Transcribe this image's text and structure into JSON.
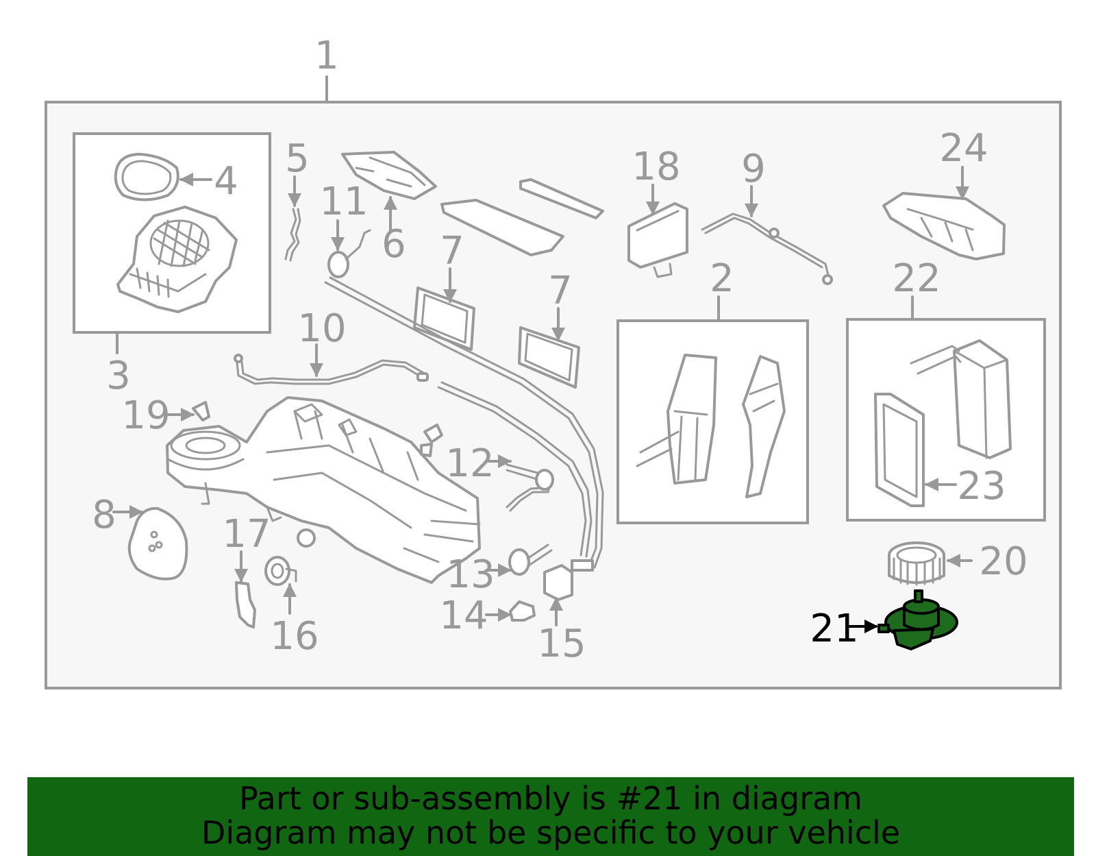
{
  "diagram": {
    "main_assembly_label": "1",
    "callouts": {
      "c2": "2",
      "c3": "3",
      "c4": "4",
      "c5": "5",
      "c6": "6",
      "c7a": "7",
      "c7b": "7",
      "c8": "8",
      "c9": "9",
      "c10": "10",
      "c11": "11",
      "c12": "12",
      "c13": "13",
      "c14": "14",
      "c15": "15",
      "c16": "16",
      "c17": "17",
      "c18": "18",
      "c19": "19",
      "c20": "20",
      "c21": "21",
      "c22": "22",
      "c23": "23",
      "c24": "24"
    },
    "highlighted_part": "21",
    "colors": {
      "line": "#999999",
      "frame_fill": "#f7f7f7",
      "highlight_fill": "#1e6b1e",
      "highlight_label": "#000000",
      "banner_bg": "#116611"
    }
  },
  "banner": {
    "line1": "Part or sub-assembly is #21 in diagram",
    "line2": "Diagram may not be specific to your vehicle"
  }
}
